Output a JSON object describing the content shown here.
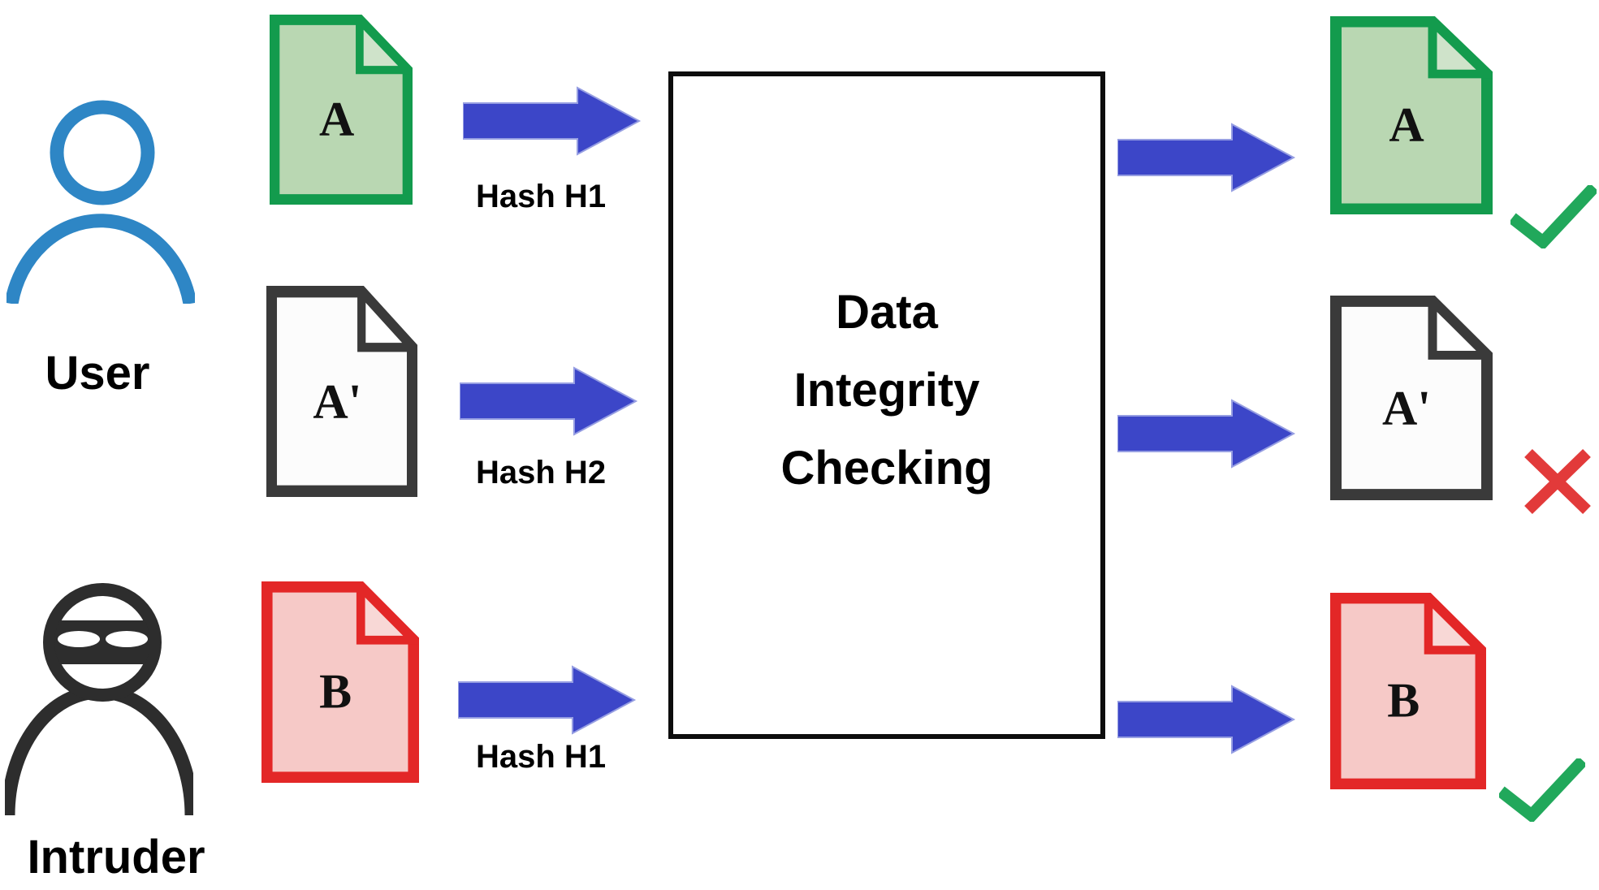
{
  "diagram_title": "Data Integrity Checking",
  "actors": [
    {
      "id": "user",
      "label": "User",
      "icon": "person-icon",
      "color": "#2e86c5"
    },
    {
      "id": "intruder",
      "label": "Intruder",
      "icon": "masked-person-icon",
      "color": "#2d2d2d"
    }
  ],
  "processor": {
    "lines": [
      "Data",
      "Integrity",
      "Checking"
    ]
  },
  "inputs": [
    {
      "doc_label": "A",
      "doc_color": "#139b4d",
      "hash_label": "Hash H1",
      "arrow_icon": "right-arrow-icon"
    },
    {
      "doc_label": "A'",
      "doc_color": "#3a3a3a",
      "hash_label": "Hash H2",
      "arrow_icon": "right-arrow-icon"
    },
    {
      "doc_label": "B",
      "doc_color": "#e32727",
      "hash_label": "Hash H1",
      "arrow_icon": "right-arrow-icon"
    }
  ],
  "outputs": [
    {
      "doc_label": "A",
      "doc_color": "#139b4d",
      "result": "pass",
      "result_icon": "check-icon"
    },
    {
      "doc_label": "A'",
      "doc_color": "#3a3a3a",
      "result": "fail",
      "result_icon": "cross-icon"
    },
    {
      "doc_label": "B",
      "doc_color": "#e32727",
      "result": "pass",
      "result_icon": "check-icon"
    }
  ],
  "colors": {
    "arrow_blue": "#3c46c8",
    "user_blue": "#2e86c5",
    "intruder_dark": "#2d2d2d",
    "doc_green_border": "#139b4d",
    "doc_green_fill": "#b9d7b2",
    "doc_gray_border": "#3a3a3a",
    "doc_gray_fill": "#fcfcfc",
    "doc_red_border": "#e32727",
    "doc_red_fill": "#f6c9c7",
    "check_green": "#21a85b",
    "cross_red": "#e23a3a",
    "text_black": "#000000",
    "box_border": "#0d0d0d"
  }
}
